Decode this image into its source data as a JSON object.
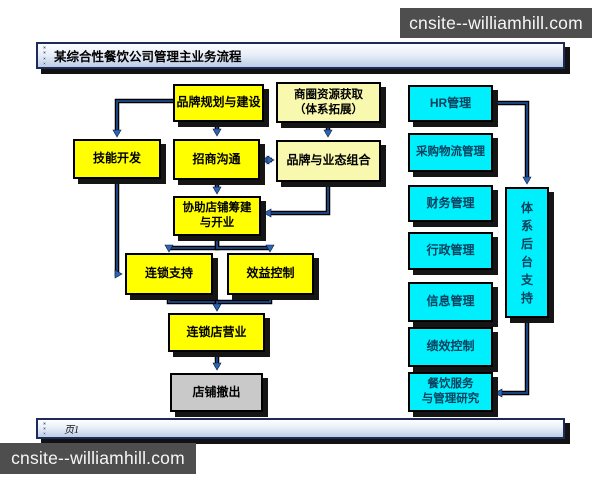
{
  "watermark_top": {
    "text": "cnsite--williamhill.com"
  },
  "watermark_bottom": {
    "text": "cnsite--williamhill.com"
  },
  "title_bar": {
    "text": "某综合性餐饮公司管理主业务流程"
  },
  "footer_bar": {
    "text": "页1"
  },
  "colors": {
    "bright_yellow": "#FFFF00",
    "pale_yellow": "#F8F8AE",
    "cyan": "#00EFFC",
    "gray": "#C9C9C9",
    "yellow_text": "#000000",
    "cyan_text": "#09405E",
    "connector_navy": "#1E4B8F",
    "arrow_blue": "#2E64B5",
    "watermark_bg": "#4E4E4E"
  },
  "diagram": {
    "nodes": [
      {
        "id": "brand-planning",
        "label": "品牌规划与建设",
        "fill": "bright_yellow"
      },
      {
        "id": "trade-area-resource",
        "lines": [
          "商圈资源获取",
          "（体系拓展）"
        ],
        "fill": "pale_yellow"
      },
      {
        "id": "skill-development",
        "label": "技能开发",
        "fill": "bright_yellow"
      },
      {
        "id": "merchant-communication",
        "label": "招商沟通",
        "fill": "bright_yellow"
      },
      {
        "id": "brand-format-mix",
        "label": "品牌与业态组合",
        "fill": "pale_yellow"
      },
      {
        "id": "assist-store-setup",
        "lines": [
          "协助店铺筹建",
          "与开业"
        ],
        "fill": "bright_yellow"
      },
      {
        "id": "chain-support",
        "label": "连锁支持",
        "fill": "bright_yellow"
      },
      {
        "id": "benefit-control",
        "label": "效益控制",
        "fill": "bright_yellow"
      },
      {
        "id": "chain-store-operation",
        "label": "连锁店营业",
        "fill": "bright_yellow"
      },
      {
        "id": "store-withdrawal",
        "label": "店铺撤出",
        "fill": "gray"
      },
      {
        "id": "hr-management",
        "label": "HR管理",
        "fill": "cyan"
      },
      {
        "id": "procurement-logistics",
        "label": "采购物流管理",
        "fill": "cyan"
      },
      {
        "id": "finance-management",
        "label": "财务管理",
        "fill": "cyan"
      },
      {
        "id": "admin-management",
        "label": "行政管理",
        "fill": "cyan"
      },
      {
        "id": "info-management",
        "label": "信息管理",
        "fill": "cyan"
      },
      {
        "id": "performance-control",
        "label": "绩效控制",
        "fill": "cyan"
      },
      {
        "id": "catering-research",
        "lines": [
          "餐饮服务",
          "与管理研究"
        ],
        "fill": "cyan"
      },
      {
        "id": "backoffice-support",
        "label": "体系后台支持",
        "fill": "cyan",
        "vertical": true
      }
    ],
    "edges": [
      {
        "from": "brand-planning",
        "to": "skill-development",
        "arrow": "to"
      },
      {
        "from": "brand-planning",
        "to": "merchant-communication",
        "arrow": "to"
      },
      {
        "from": "trade-area-resource",
        "to": "brand-format-mix",
        "arrow": "to"
      },
      {
        "from": "merchant-communication",
        "to": "brand-format-mix",
        "arrow": "both"
      },
      {
        "from": "merchant-communication",
        "to": "assist-store-setup",
        "arrow": "to"
      },
      {
        "from": "brand-format-mix",
        "to": "assist-store-setup",
        "arrow": "to"
      },
      {
        "from": "skill-development",
        "to": "chain-support",
        "arrow": "to"
      },
      {
        "from": "assist-store-setup",
        "to": "chain-support",
        "arrow": "to"
      },
      {
        "from": "assist-store-setup",
        "to": "benefit-control",
        "arrow": "to"
      },
      {
        "from": "chain-support",
        "to": "chain-store-operation",
        "arrow": "to"
      },
      {
        "from": "benefit-control",
        "to": "chain-store-operation",
        "arrow": "to"
      },
      {
        "from": "chain-store-operation",
        "to": "store-withdrawal",
        "arrow": "to"
      },
      {
        "from": "hr-management",
        "to": "backoffice-support",
        "arrow": "to"
      },
      {
        "from": "backoffice-support",
        "to": "catering-research",
        "arrow": "to"
      }
    ]
  }
}
